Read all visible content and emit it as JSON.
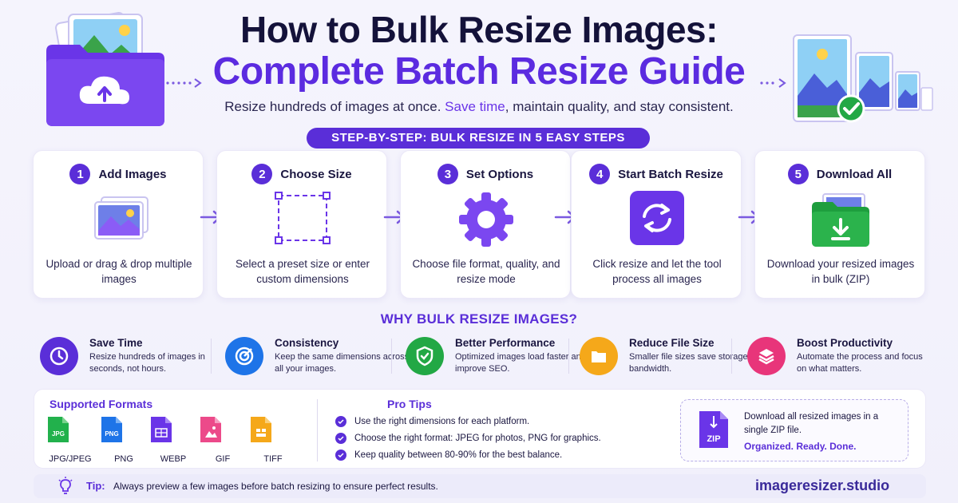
{
  "header": {
    "title_line1": "How to Bulk Resize Images:",
    "title_line2": "Complete Batch Resize Guide",
    "subtitle_pre": "Resize hundreds of images at once. ",
    "subtitle_highlight": "Save time",
    "subtitle_post": ", maintain quality, and stay consistent."
  },
  "steps_banner": "STEP-BY-STEP: BULK RESIZE IN 5 EASY STEPS",
  "steps": [
    {
      "num": "1",
      "title": "Add Images",
      "desc": "Upload or drag & drop multiple images",
      "icon": "images-stack-icon"
    },
    {
      "num": "2",
      "title": "Choose Size",
      "desc": "Select a preset size or enter custom dimensions",
      "icon": "crop-frame-icon"
    },
    {
      "num": "3",
      "title": "Set Options",
      "desc": "Choose file format, quality, and resize mode",
      "icon": "gear-icon"
    },
    {
      "num": "4",
      "title": "Start Batch Resize",
      "desc": "Click resize and let the tool process all images",
      "icon": "refresh-icon"
    },
    {
      "num": "5",
      "title": "Download All",
      "desc": "Download your resized images in bulk (ZIP)",
      "icon": "download-folder-icon"
    }
  ],
  "why": {
    "title": "WHY BULK RESIZE IMAGES?",
    "items": [
      {
        "title": "Save Time",
        "desc": "Resize hundreds of images in seconds, not hours.",
        "icon": "clock-icon",
        "color": "#5a2ed8"
      },
      {
        "title": "Consistency",
        "desc": "Keep the same dimensions across all your images.",
        "icon": "target-icon",
        "color": "#1e74e8"
      },
      {
        "title": "Better Performance",
        "desc": "Optimized images load faster and improve SEO.",
        "icon": "shield-check-icon",
        "color": "#22a845"
      },
      {
        "title": "Reduce File Size",
        "desc": "Smaller file sizes save storage and bandwidth.",
        "icon": "folder-icon",
        "color": "#f5a81a"
      },
      {
        "title": "Boost Productivity",
        "desc": "Automate the process and focus on what matters.",
        "icon": "layers-icon",
        "color": "#e8357a"
      }
    ]
  },
  "formats": {
    "title": "Supported Formats",
    "items": [
      {
        "label": "JPG/JPEG",
        "badge": "JPG",
        "color": "#22b14c"
      },
      {
        "label": "PNG",
        "badge": "PNG",
        "color": "#1e74e8"
      },
      {
        "label": "WEBP",
        "badge": "",
        "color": "#6a35e8"
      },
      {
        "label": "GIF",
        "badge": "",
        "color": "#ec4a8a"
      },
      {
        "label": "TIFF",
        "badge": "",
        "color": "#f5a81a"
      }
    ]
  },
  "pro_tips": {
    "title": "Pro Tips",
    "items": [
      "Use the right dimensions for each platform.",
      "Choose the right format: JPEG for photos, PNG for graphics.",
      "Keep quality between 80-90% for the best balance."
    ]
  },
  "zip": {
    "badge": "ZIP",
    "line1": "Download all resized images in a single ZIP file.",
    "tagline": "Organized. Ready. Done."
  },
  "tip": {
    "label": "Tip:",
    "text": "Always preview a few images before batch resizing to ensure perfect results."
  },
  "brand": "imageresizer.studio"
}
